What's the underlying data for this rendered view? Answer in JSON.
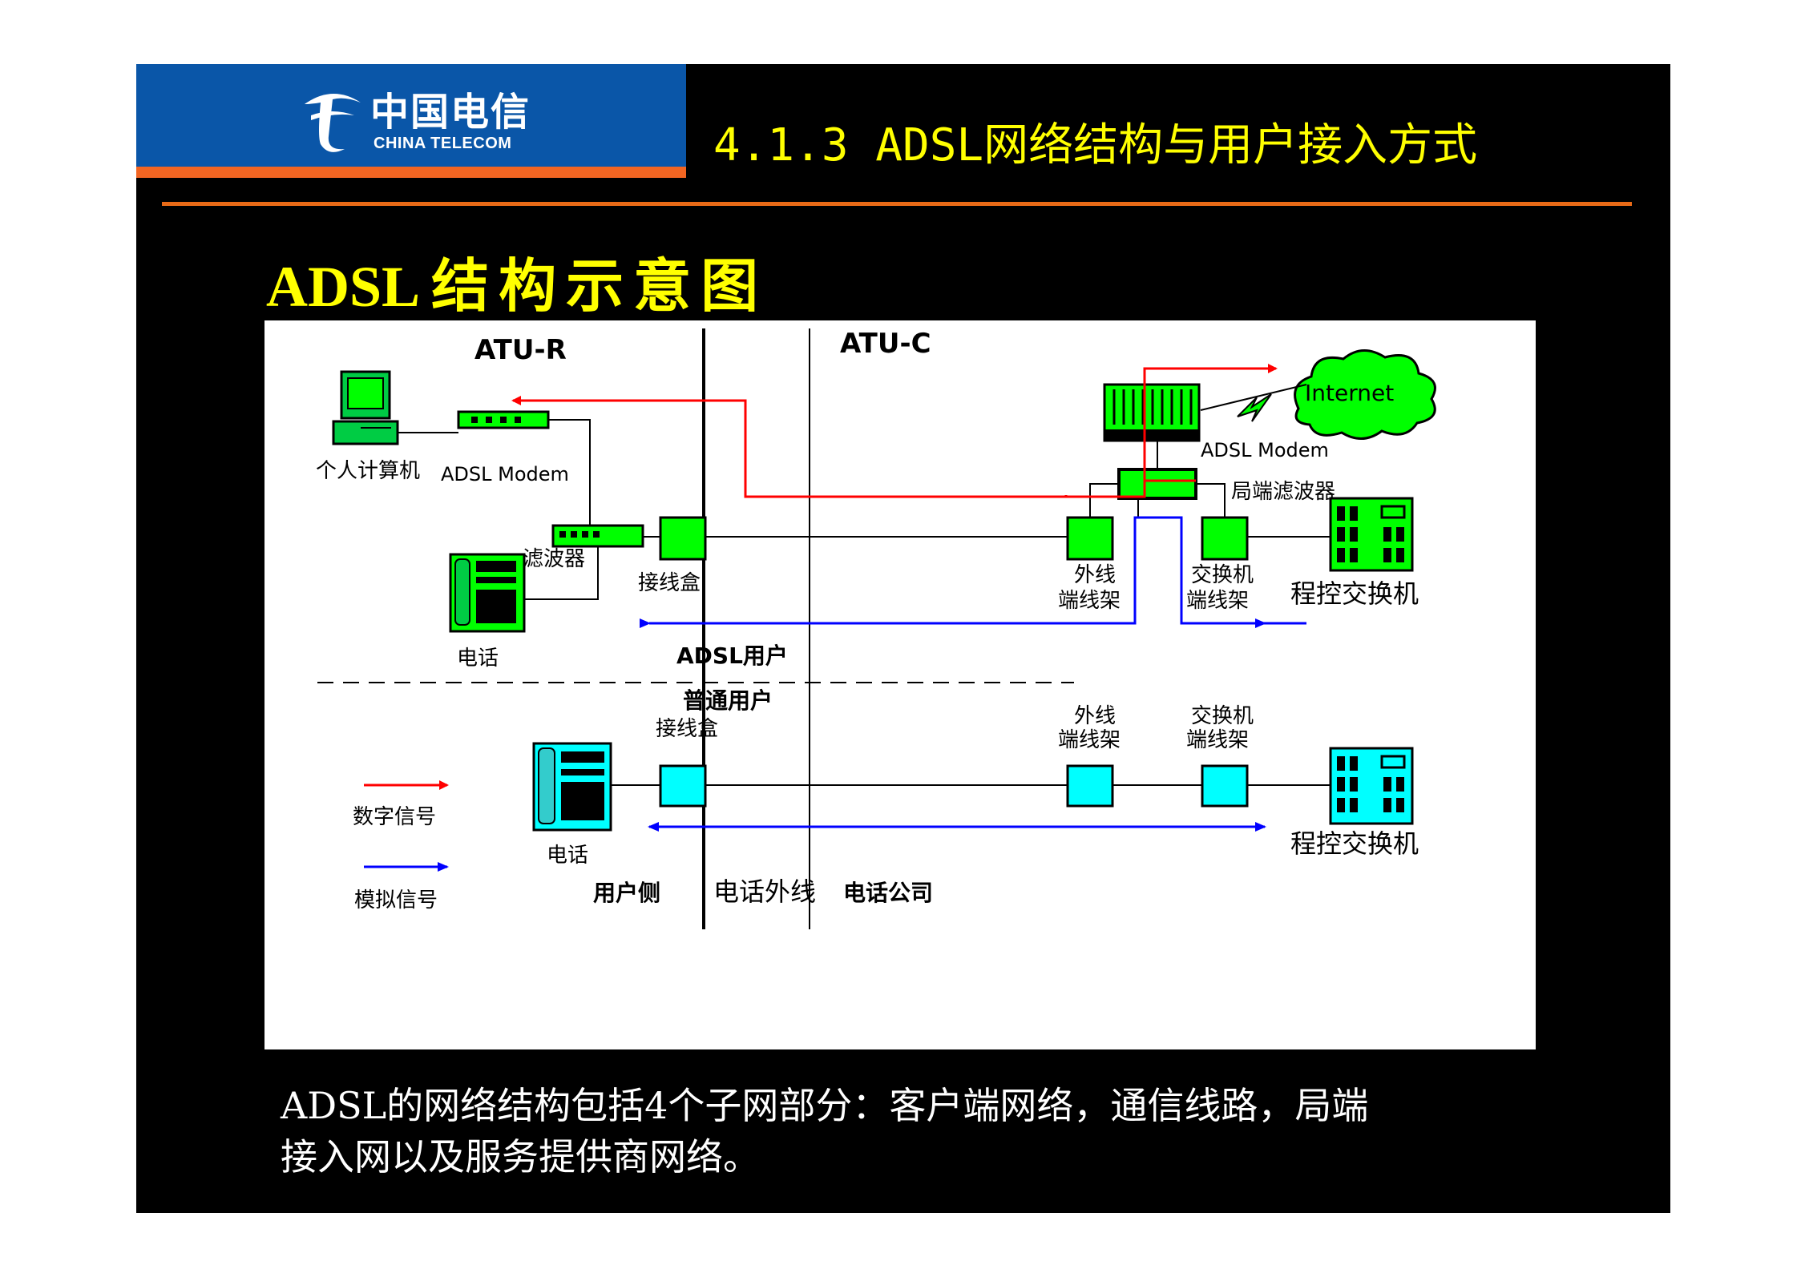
{
  "brand": {
    "name_cn": "中国电信",
    "name_en": "CHINA TELECOM",
    "colors": {
      "blue": "#0a56a8",
      "orange": "#f26522",
      "yellow": "#ffff00"
    }
  },
  "header": {
    "title": "4.1.3 ADSL网络结构与用户接入方式"
  },
  "section_title": {
    "latin": "ADSL",
    "cn": "结构示意图"
  },
  "diagram": {
    "atu_r": "ATU-R",
    "atu_c": "ATU-C",
    "internet": "Internet",
    "pc": "个人计算机",
    "modem_user": "ADSL Modem",
    "modem_central": "ADSL Modem",
    "filter": "滤波器",
    "splitter_central": "局端滤波器",
    "junction_box_top": "接线盒",
    "junction_box_bottom": "接线盒",
    "outer_frame_top": [
      "外线",
      "端线架"
    ],
    "switch_frame_top": [
      "交换机",
      "端线架"
    ],
    "outer_frame_bottom": [
      "外线",
      "端线架"
    ],
    "switch_frame_bottom": [
      "交换机",
      "端线架"
    ],
    "pbx_top": "程控交换机",
    "pbx_bottom": "程控交换机",
    "phone_top": "电话",
    "phone_bottom": "电话",
    "adsl_user": "ADSL用户",
    "normal_user": "普通用户",
    "legend_digital": "数字信号",
    "legend_analog": "模拟信号",
    "zone_user": "用户侧",
    "zone_line": "电话外线",
    "zone_company": "电话公司",
    "colors": {
      "digital": "#ff0000",
      "analog": "#0000ff",
      "adsl_device": "#00ff00",
      "plain_device": "#00ffff"
    }
  },
  "caption": {
    "line1": "ADSL的网络结构包括4个子网部分：客户端网络，通信线路，局端",
    "line2": "接入网以及服务提供商网络。"
  }
}
